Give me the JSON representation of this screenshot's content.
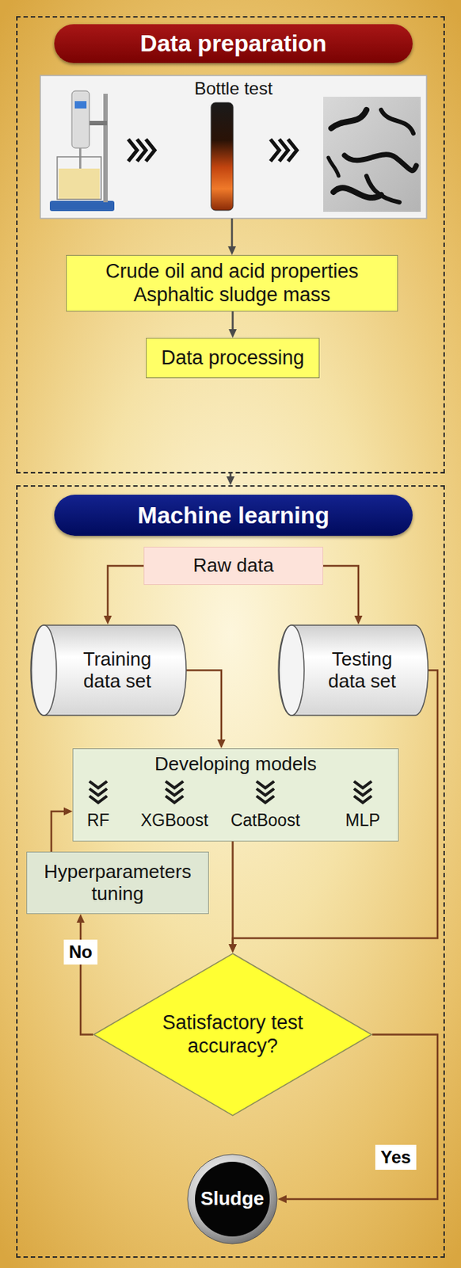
{
  "diagram": {
    "nodes": [
      {
        "text": [
          "Data preparation"
        ]
      },
      {
        "text": [
          "Bottle test"
        ],
        "in": 0
      },
      {
        "text": [
          "Crude oil and acid properties",
          "Asphaltic sludge mass"
        ],
        "in": 0
      },
      {
        "text": [
          "Data processing"
        ],
        "in": 0
      },
      {
        "text": [
          "Machine learning"
        ]
      },
      {
        "text": [
          "Raw data"
        ],
        "in": 4
      },
      {
        "text": [
          "Training data set"
        ],
        "in": 4
      },
      {
        "text": [
          "Testing data set"
        ],
        "in": 4
      },
      {
        "text": [
          "Developing models",
          "RF",
          "XGBoost",
          "CatBoost",
          "MLP"
        ],
        "in": 4
      },
      {
        "text": [
          "Hyperparameters tuning"
        ],
        "in": 4
      },
      {
        "text": [
          "Satisfactory test accuracy?"
        ],
        "in": 4
      },
      {
        "text": [
          "Sludge"
        ],
        "in": 4
      }
    ],
    "edges": [
      {
        "from": 0,
        "to": 4,
        "arrow": "to"
      },
      {
        "from": 1,
        "to": 2,
        "arrow": "to"
      },
      {
        "from": 2,
        "to": 3,
        "arrow": "to"
      },
      {
        "from": 5,
        "to": 6,
        "arrow": "to"
      },
      {
        "from": 5,
        "to": 7,
        "arrow": "to"
      },
      {
        "from": 6,
        "to": 8,
        "arrow": "to"
      },
      {
        "from": 8,
        "to": 10,
        "arrow": "to"
      },
      {
        "from": 7,
        "to": 10,
        "arrow": "to"
      },
      {
        "from": 10,
        "to": 9,
        "label": "No",
        "arrow": "to"
      },
      {
        "from": 9,
        "to": 8,
        "arrow": "to"
      },
      {
        "from": 10,
        "to": 11,
        "label": "Yes",
        "arrow": "to"
      }
    ]
  }
}
